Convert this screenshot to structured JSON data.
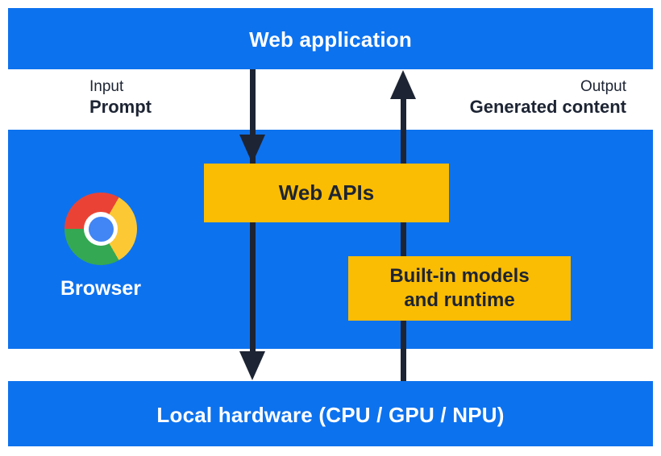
{
  "colors": {
    "background": "#ffffff",
    "band_blue": "#0d72ee",
    "box_yellow": "#fbbc04",
    "ink_navy": "#1d2433",
    "text_white": "#ffffff",
    "chrome_red": "#ea4335",
    "chrome_yellow": "#fcc934",
    "chrome_green": "#34a853",
    "chrome_blue": "#4285f4"
  },
  "bands": {
    "web_application": "Web application",
    "browser_label": "Browser",
    "local_hardware": "Local hardware (CPU / GPU / NPU)"
  },
  "flow_labels": {
    "input_caption": "Input",
    "input_label": "Prompt",
    "output_caption": "Output",
    "output_label": "Generated content"
  },
  "boxes": {
    "web_apis": "Web APIs",
    "builtin_line1": "Built-in models",
    "builtin_line2": "and runtime"
  },
  "icons": {
    "chrome": "chrome-browser-icon"
  }
}
